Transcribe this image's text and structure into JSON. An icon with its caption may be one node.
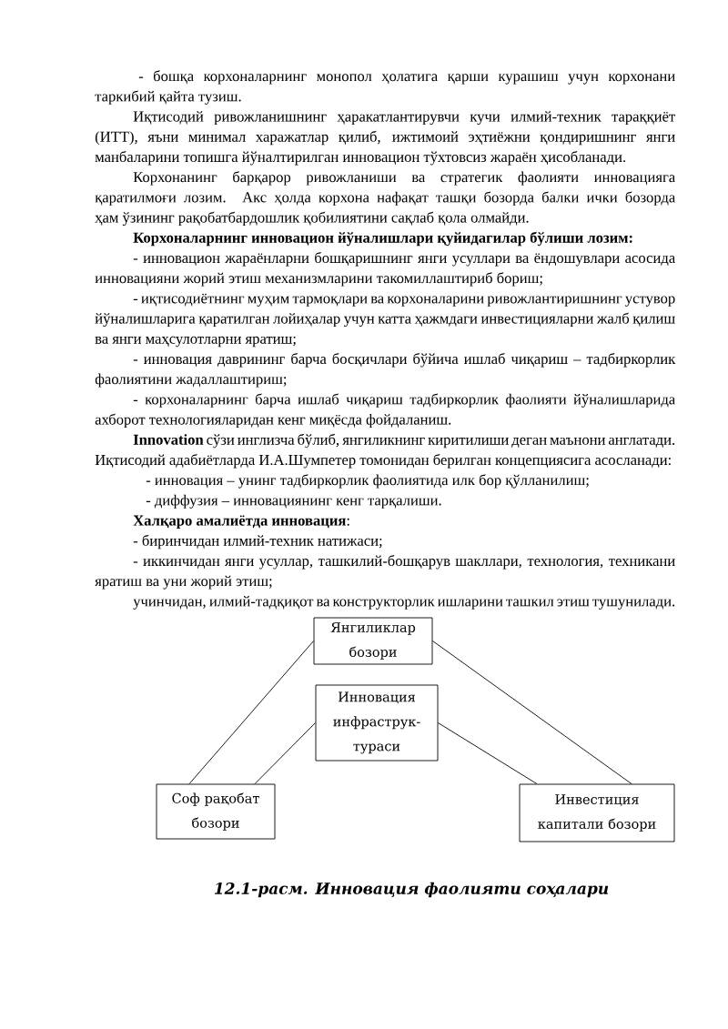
{
  "diagram": {
    "caption": "12.1-расм. Инновация фаолияти соҳалари",
    "nodes": [
      {
        "text": [
          "Янгиликлар бозори"
        ]
      },
      {
        "text": [
          "Инновация инфраструк-тураси"
        ]
      },
      {
        "text": [
          "Соф рақобат бозори"
        ]
      },
      {
        "text": [
          "Инвестиция капитали бозори"
        ]
      }
    ],
    "edges": [
      {
        "from": 0,
        "to": 2,
        "arrow": "none"
      },
      {
        "from": 0,
        "to": 3,
        "arrow": "none"
      },
      {
        "from": 1,
        "to": 2,
        "arrow": "none"
      },
      {
        "from": 1,
        "to": 3,
        "arrow": "none"
      }
    ],
    "labels": [
      "- бошқа корхоналарнинг монопол ҳолатига қарши курашиш учун корхонани таркибий қайта тузиш.",
      "Иқтисодий ривожланишнинг ҳаракатлантирувчи кучи илмий-техник тараққиёт (ИТТ), яъни минимал харажатлар қилиб, ижтимоий эҳтиёжни қондиришнинг янги манбаларини топишга йўналтирилган инновацион тўхтовсиз жараён ҳисобланади.",
      "Корхонанинг барқарор ривожланиши ва стратегик фаолияти инновацияга қаратилмоғи лозим. Акс ҳолда корхона нафақат ташқи бозорда балки ички бозорда ҳам ўзининг рақобатбардошлик қобилиятини сақлаб қола олмайди.",
      "Корхоналарнинг инновацион йўналишлари қуйидагилар бўлиши лозим:",
      "- инновацион жараёнларни бошқаришнинг янги усуллари ва ёндошувлари асосида инновацияни жорий этиш механизмларини такомиллаштириб бориш;",
      "- иқтисодиётнинг муҳим тармоқлари ва корхоналарини ривожлантиришнинг устувор йўналишларига қаратилган лойиҳалар учун катта ҳажмдаги инвестицияларни жалб қилиш ва янги маҳсулотларни яратиш;",
      "- инновация даврининг барча босқичлари бўйича ишлаб чиқариш – тадбиркорлик фаолиятини жадаллаштириш;",
      "- корхоналарнинг барча ишлаб чиқариш тадбиркорлик фаолияти йўналишларида ахборот технологияларидан кенг миқёсда фойдаланиш.",
      "**Innovation** сўзи инглизча бўлиб, янгиликнинг киритилиши деган маънони англатади. Иқтисодий адабиётларда И.А.Шумпетер томонидан берилган концепциясига асосланади:",
      "- инновация – унинг тадбиркорлик фаолиятида илк бор қўлланилиш;",
      "- диффузия – инновациянинг кенг тарқалиши.",
      "**Халқаро амалиётда инновация**:",
      "- биринчидан илмий-техник натижаси;",
      "- иккинчидан янги усуллар, ташкилий-бошқарув шакллари, технология, техникани яратиш ва уни жорий этиш;",
      "учинчидан, илмий-тадқиқот ва конструкторлик ишларини ташкил этиш тушунилади."
    ]
  }
}
